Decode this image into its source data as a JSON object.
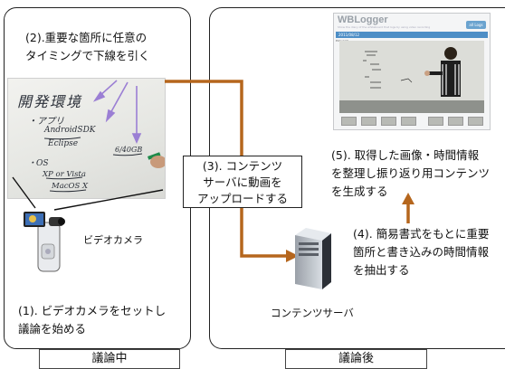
{
  "left_panel": {
    "step2": "(2).重要な箇所に任意の\nタイミングで下線を引く",
    "step1": "(1). ビデオカメラをセットし\n議論を始める",
    "camera_label": "ビデオカメラ",
    "footer": "議論中",
    "whiteboard": {
      "heading": "開発環境",
      "lines": [
        "・アプリ",
        "AndroidSDK",
        "Eclipse",
        "・OS",
        "XP or Vista",
        "MacOS X"
      ],
      "note": "6/40GB"
    }
  },
  "center": {
    "upload_label": "(3). コンテンツ\nサーバに動画を\nアップロードする"
  },
  "right_panel": {
    "wblogger": {
      "title": "WBLogger",
      "subtitle": "Show the diary of the whiteboard that logs by using video recording",
      "button": "all Logs",
      "date": "2011/08/12",
      "section": "Pickup(2)"
    },
    "step5": "(5). 取得した画像・時間情報\nを整理し振り返り用コンテンツ\nを生成する",
    "step4": "(4). 簡易書式をもとに重要\n箇所と書き込みの時間情報\nを抽出する",
    "server_label": "コンテンツサーバ",
    "footer": "議論後"
  },
  "colors": {
    "flow_arrow": "#b5661d",
    "underline_arrow": "#9b7fd4",
    "accent_blue": "#4d8ec6"
  }
}
